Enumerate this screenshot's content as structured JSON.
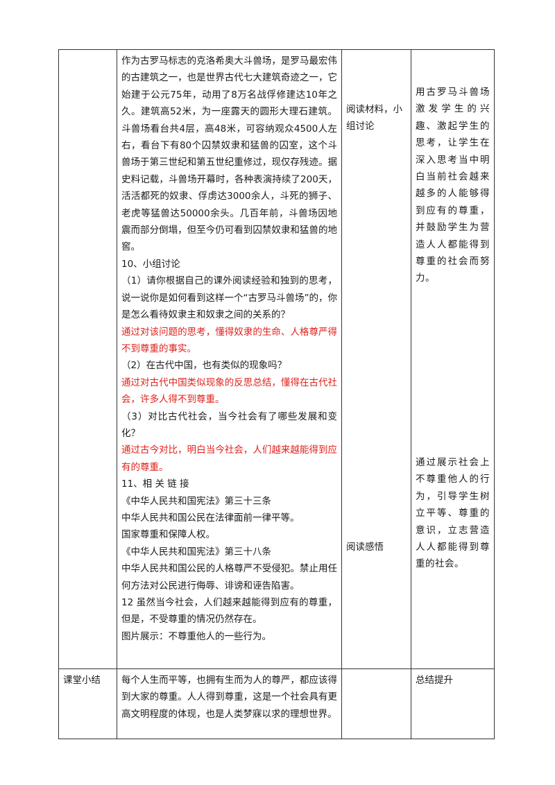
{
  "row1": {
    "label": "",
    "content": [
      {
        "text": "作为古罗马标志的克洛希奥大斗兽场，是罗马最宏伟的古建筑之一，也是世界古代七大建筑奇迹之一，它始建于公元75年，动用了8万名战俘修建达10年之久。建筑高52米，为一座露天的圆形大理石建筑。斗兽场看台共4层，高48米，可容纳观众4500人左右，看台下有80个囚禁奴隶和猛兽的囚室，这个斗兽场于第三世纪和第五世纪重修过，现仅存残迹。据史料记载，斗兽场开幕时，各种表演持续了200天，活活都死的奴隶、俘虏达3000余人，斗死的狮子、老虎等猛兽达50000余头。几百年前，斗兽场因地震而部分倒塌，但至今仍可看到囚禁奴隶和猛兽的地窖。",
        "red": false
      },
      {
        "text": "10、小组讨论",
        "red": false
      },
      {
        "text": "（1）请你根据自己的课外阅读经验和独到的思考，说一说你是如何看到这样一个“古罗马斗兽场”的，你是怎么看待奴隶主和奴隶之间的关系的？",
        "red": false
      },
      {
        "text": "通过对该问题的思考，懂得奴隶的生命、人格尊严得不到尊重的事实。",
        "red": true
      },
      {
        "text": "（2）在古代中国，也有类似的现象吗？",
        "red": false
      },
      {
        "text": "通过对古代中国类似现象的反思总结，懂得在古代社会，许多人得不到尊重。",
        "red": true
      },
      {
        "text": "（3）对比古代社会，当今社会有了哪些发展和变化？",
        "red": false
      },
      {
        "text": "通过古今对比，明白当今社会，人们越来越能得到应有的尊重。",
        "red": true
      },
      {
        "text": "11、相 关 链 接",
        "red": false
      },
      {
        "text": "《中华人民共和国宪法》第三十三条",
        "red": false
      },
      {
        "text": "中华人民共和国公民在法律面前一律平等。",
        "red": false
      },
      {
        "text": "国家尊重和保障人权。",
        "red": false
      },
      {
        "text": "《中华人民共和国宪法》第三十八条",
        "red": false
      },
      {
        "text": "中华人民共和国公民的人格尊严不受侵犯。禁止用任何方法对公民进行侮辱、诽谤和诬告陷害。",
        "red": false
      },
      {
        "text": "12 虽然当今社会，人们越来越能得到应有的尊重，但是，不受尊重的情况仍然存在。",
        "red": false
      },
      {
        "text": "图片展示：不尊重他人的一些行为。",
        "red": false
      }
    ],
    "activity_1": "阅读材料，小组讨论",
    "activity_2": "阅读感悟",
    "intent_1": "用古罗马斗兽场激发学生的兴趣、激起学生的思考，让学生在深入思考当中明白当前社会越来越多的人能够得到应有的尊重，并鼓励学生为营造人人都能得到尊重的社会而努力。",
    "intent_2": "通过展示社会上不尊重他人的行为，引导学生树立平等、尊重的意识，立志营造人人都能得到尊重的社会。"
  },
  "row2": {
    "label": "课堂小结",
    "content": "每个人生而平等，也拥有生而为人的尊严，都应该得到大家的尊重。人人得到尊重，这是一个社会具有更高文明程度的体现，也是人类梦寐以求的理想世界。",
    "activity": "",
    "intent": "总结提升"
  }
}
